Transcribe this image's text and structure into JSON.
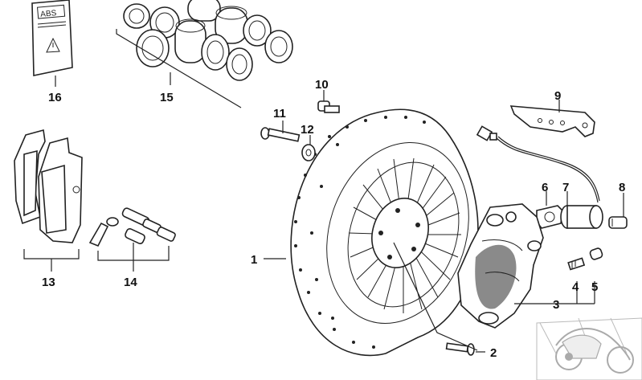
{
  "callouts": {
    "c1": "1",
    "c2": "2",
    "c3": "3",
    "c4": "4",
    "c5": "5",
    "c6": "6",
    "c7": "7",
    "c8": "8",
    "c9": "9",
    "c10": "10",
    "c11": "11",
    "c12": "12",
    "c13": "13",
    "c14": "14",
    "c15": "15",
    "c16": "16"
  },
  "label_sticker": {
    "text": "ABS"
  },
  "colors": {
    "line": "#222222",
    "shade": "#8a8a8a",
    "background": "#ffffff"
  }
}
